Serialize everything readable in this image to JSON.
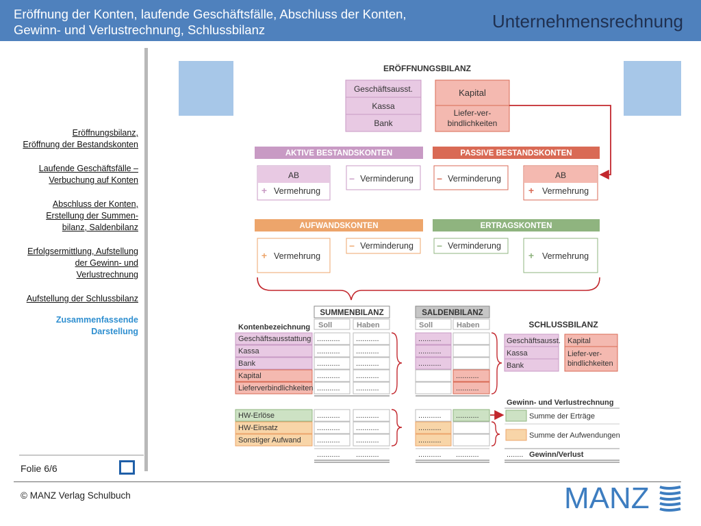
{
  "header": {
    "title_line1": "Eröffnung der Konten, laufende Geschäftsfälle, Abschluss der Konten,",
    "title_line2": "Gewinn- und Verlustrechnung, Schlussbilanz",
    "brand": "Unternehmensrechnung"
  },
  "nav": {
    "items": [
      {
        "lines": [
          "Eröffnungsbilanz,",
          "Eröffnung der Bestandskonten"
        ],
        "active": false
      },
      {
        "lines": [
          "Laufende Geschäftsfälle –",
          "Verbuchung auf Konten"
        ],
        "active": false
      },
      {
        "lines": [
          "Abschluss der Konten,",
          "Erstellung der Summen-",
          "bilanz, Saldenbilanz"
        ],
        "active": false
      },
      {
        "lines": [
          "Erfolgsermittlung, Aufstellung",
          "der Gewinn- und",
          "Verlustrechnung"
        ],
        "active": false
      },
      {
        "lines": [
          "Aufstellung der Schlussbilanz"
        ],
        "active": false
      },
      {
        "lines": [
          "Zusammenfassende",
          "Darstellung"
        ],
        "active": true
      }
    ]
  },
  "footer": {
    "slide_label": "Folie 6/6",
    "copyright": "© MANZ Verlag Schulbuch",
    "logo_text": "MANZ"
  },
  "diagram": {
    "colors": {
      "pink": "#e8c9e3",
      "pink_dark": "#c89ac4",
      "red": "#f4b9b0",
      "red_dark": "#d96a55",
      "orange": "#f8d5a8",
      "orange_dark": "#eda56b",
      "green": "#cde2c4",
      "green_dark": "#8fb47f",
      "blue": "#a7c7e8",
      "arrow": "#c2272d"
    },
    "eroeffnungsbilanz": {
      "title": "ERÖFFNUNGSBILANZ",
      "left": [
        "Geschäftsausst.",
        "Kassa",
        "Bank"
      ],
      "right": [
        "Kapital",
        "Liefer-ver-",
        "bindlichkeiten"
      ]
    },
    "bars": {
      "aktive": "AKTIVE BESTANDSKONTEN",
      "passive": "PASSIVE BESTANDSKONTEN",
      "aufwand": "AUFWANDSKONTEN",
      "ertrag": "ERTRAGSKONTEN"
    },
    "konten": {
      "ab": "AB",
      "vermehrung": "Vermehrung",
      "verminderung": "Verminderung",
      "plus": "+",
      "minus": "–"
    },
    "summenbilanz": {
      "title": "SUMMENBILANZ",
      "soll": "Soll",
      "haben": "Haben"
    },
    "saldenbilanz": {
      "title": "SALDENBILANZ",
      "soll": "Soll",
      "haben": "Haben"
    },
    "kontenbezeichnung": {
      "title": "Kontenbezeichnung",
      "rows": [
        "Geschäftsausstattung",
        "Kassa",
        "Bank",
        "Kapital",
        "Lieferverbindlichkeiten"
      ],
      "erfolg_rows": [
        "HW-Erlöse",
        "HW-Einsatz",
        "Sonstiger Aufwand"
      ]
    },
    "dots": "...........",
    "dots_short": "........",
    "schlussbilanz": {
      "title": "SCHLUSSBILANZ",
      "left": [
        "Geschäftsausst.",
        "Kassa",
        "Bank"
      ],
      "right": [
        "Kapital",
        "Liefer-ver-",
        "bindlichkeiten"
      ]
    },
    "guv": {
      "title": "Gewinn- und Verlustrechnung",
      "ertraege": "Summe der Erträge",
      "aufwendungen": "Summe der Aufwendungen",
      "gewinn": "Gewinn/Verlust"
    }
  }
}
